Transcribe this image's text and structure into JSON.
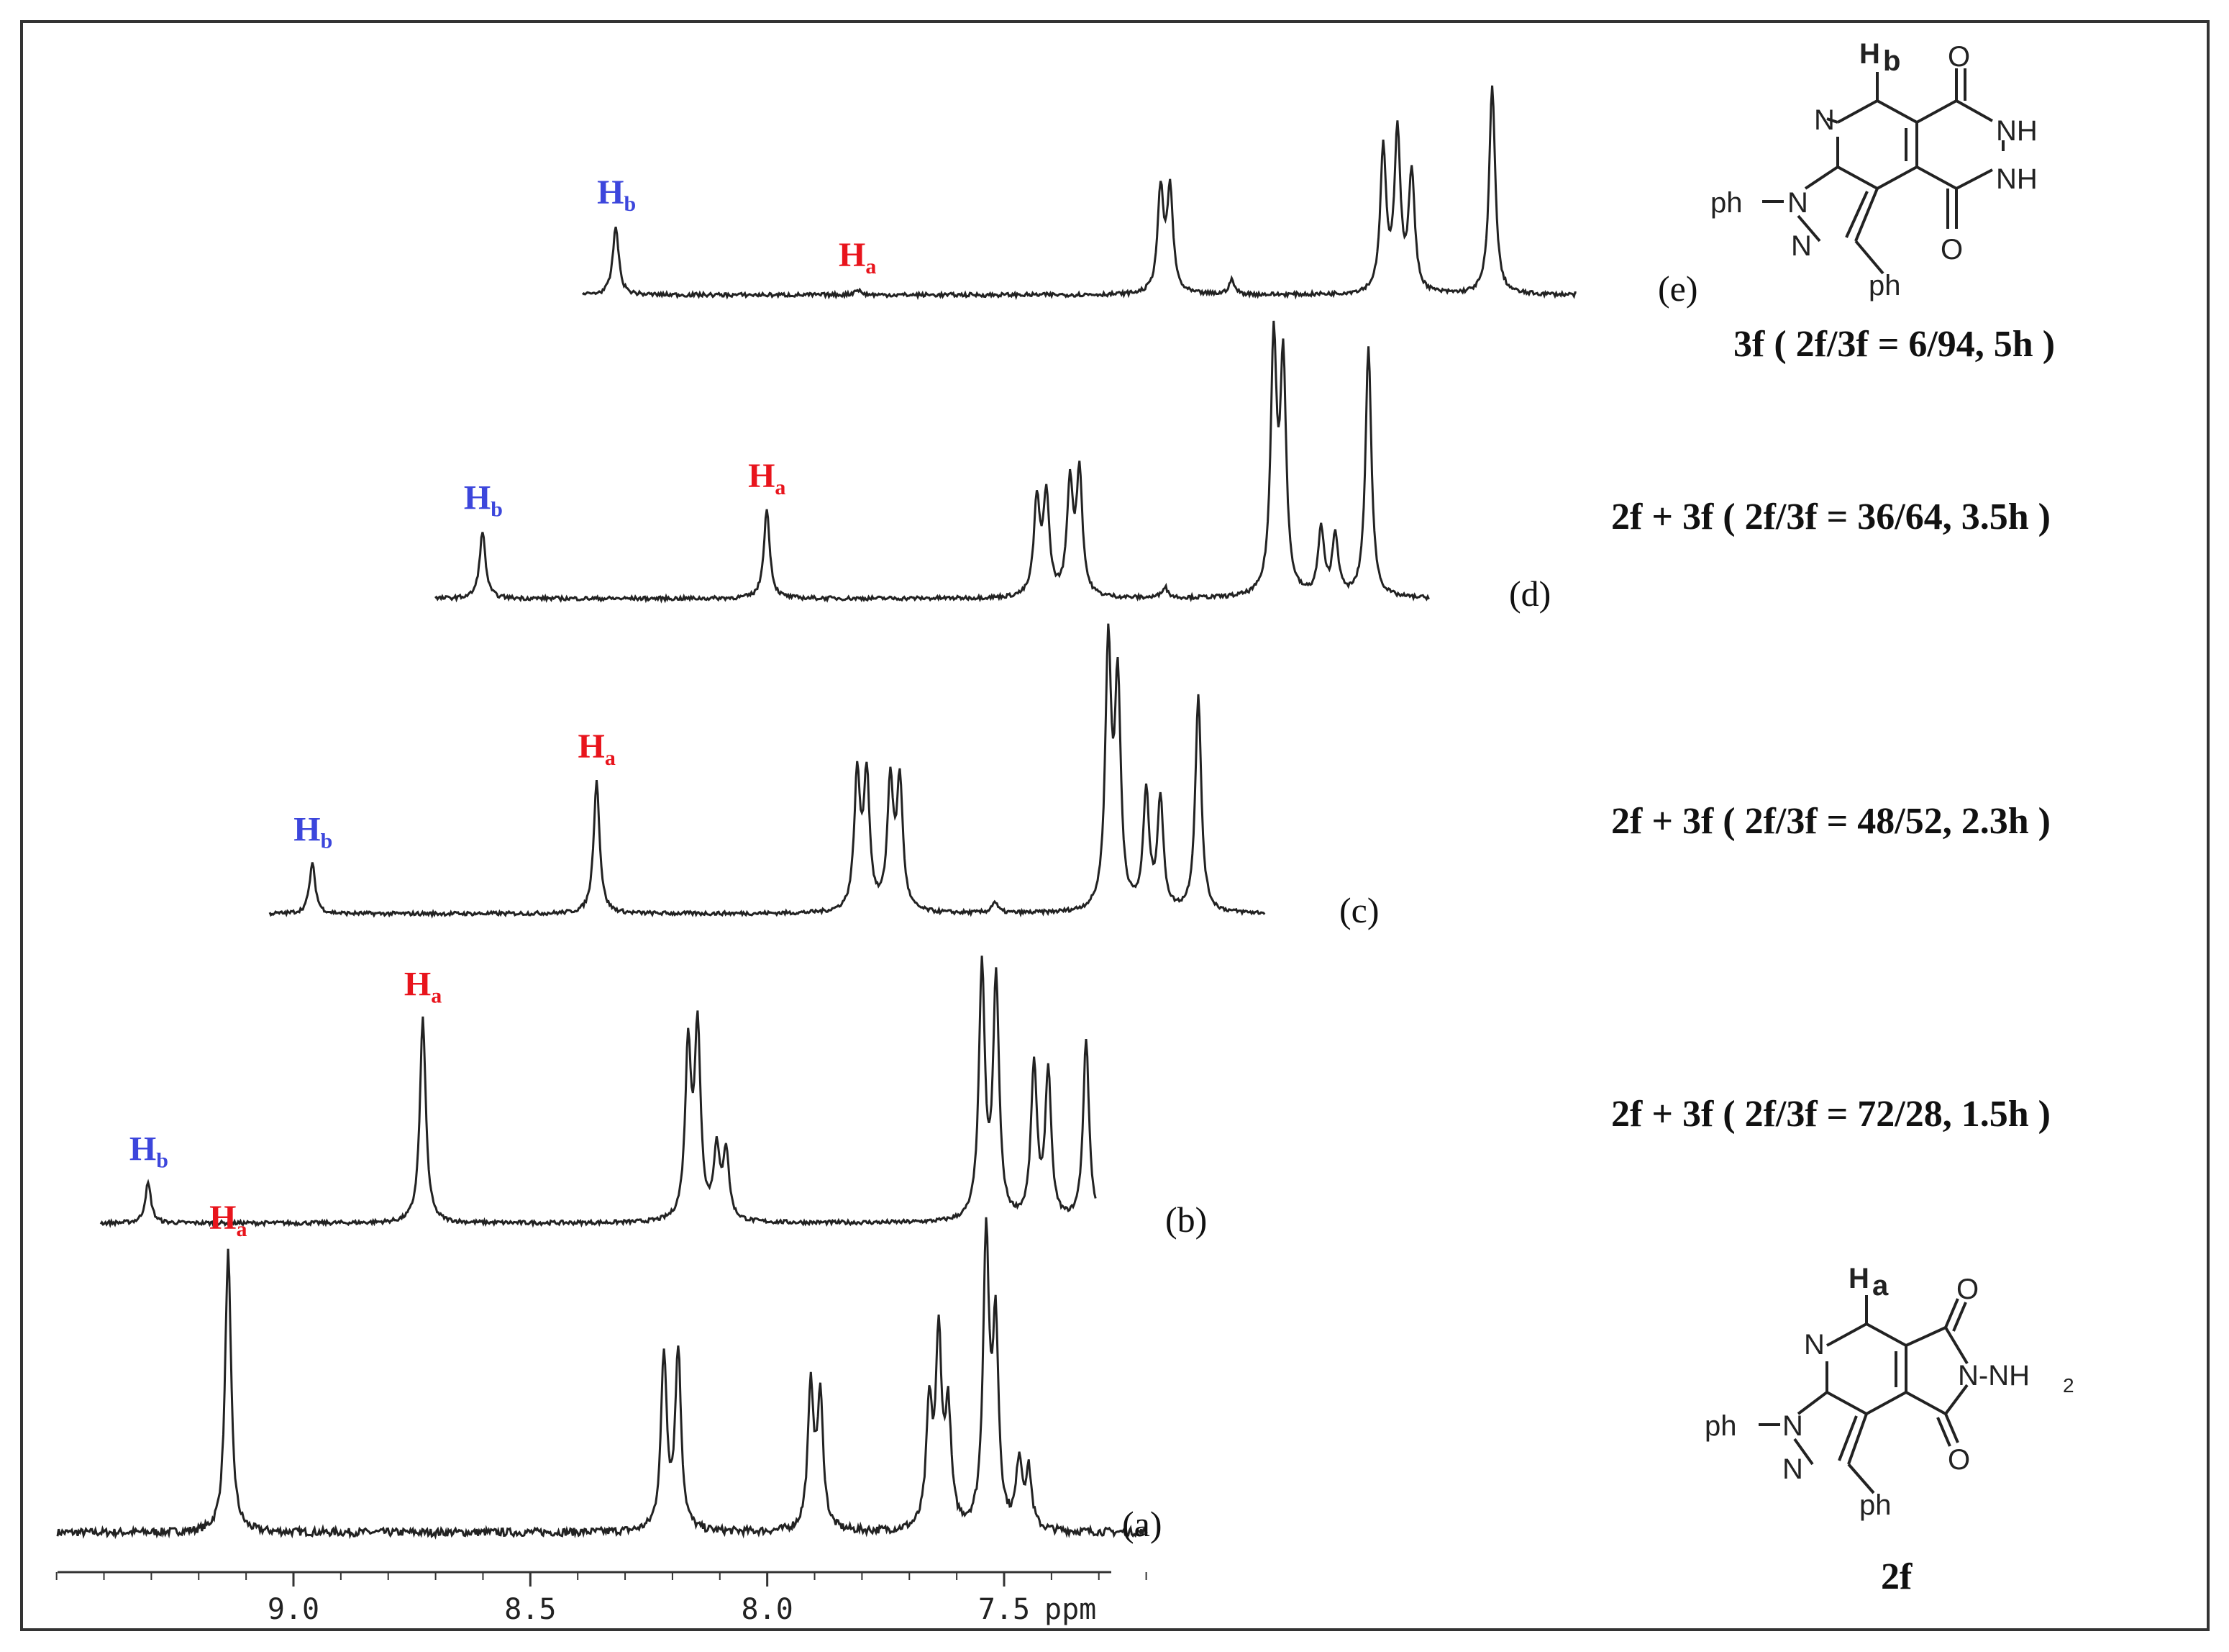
{
  "colors": {
    "ha": "#e8141c",
    "hb": "#3c46dc",
    "trace": "#222222"
  },
  "axis": {
    "ticks": [
      "9.0",
      "8.5",
      "8.0",
      "7.5"
    ],
    "unit": "ppm"
  },
  "peak_labels": {
    "Ha": {
      "main": "H",
      "sub": "a"
    },
    "Hb": {
      "main": "H",
      "sub": "b"
    }
  },
  "molecule_atoms": {
    "N": "N",
    "NH": "NH",
    "O": "O",
    "ph": "ph",
    "NH2": "N-NH",
    "NH2sub": "2"
  },
  "chart_data": {
    "type": "line",
    "xlabel": "ppm",
    "xlim": [
      9.5,
      7.2
    ],
    "x_ticks": [
      9.0,
      8.5,
      8.0,
      7.5
    ],
    "x_reversed": true,
    "series": [
      {
        "name": "(a)",
        "label": "2f",
        "x_range": [
          9.5,
          7.2
        ],
        "peaks": [
          {
            "ppm": 9.14,
            "height": 1.0,
            "label": "Ha"
          },
          {
            "ppm": 8.22,
            "height": 0.62
          },
          {
            "ppm": 8.19,
            "height": 0.64
          },
          {
            "ppm": 7.91,
            "height": 0.5
          },
          {
            "ppm": 7.89,
            "height": 0.46
          },
          {
            "ppm": 7.66,
            "height": 0.42
          },
          {
            "ppm": 7.64,
            "height": 0.66
          },
          {
            "ppm": 7.62,
            "height": 0.4
          },
          {
            "ppm": 7.54,
            "height": 1.03
          },
          {
            "ppm": 7.52,
            "height": 0.7
          },
          {
            "ppm": 7.47,
            "height": 0.24
          },
          {
            "ppm": 7.45,
            "height": 0.2
          }
        ]
      },
      {
        "name": "(b)",
        "label": "2f + 3f ( 2f/3f = 72/28, 1.5h )",
        "x_range": [
          9.4,
          7.3
        ],
        "peaks": [
          {
            "ppm": 9.3,
            "height": 0.14,
            "label": "Hb"
          },
          {
            "ppm": 8.72,
            "height": 0.72,
            "label": "Ha"
          },
          {
            "ppm": 8.16,
            "height": 0.6
          },
          {
            "ppm": 8.14,
            "height": 0.66
          },
          {
            "ppm": 8.1,
            "height": 0.24
          },
          {
            "ppm": 8.08,
            "height": 0.24
          },
          {
            "ppm": 7.54,
            "height": 0.88
          },
          {
            "ppm": 7.51,
            "height": 0.84
          },
          {
            "ppm": 7.43,
            "height": 0.54
          },
          {
            "ppm": 7.4,
            "height": 0.52
          },
          {
            "ppm": 7.32,
            "height": 0.64
          }
        ]
      },
      {
        "name": "(c)",
        "label": "2f + 3f ( 2f/3f = 48/52, 2.3h )",
        "x_range": [
          9.05,
          6.95
        ],
        "peaks": [
          {
            "ppm": 8.96,
            "height": 0.18,
            "label": "Hb"
          },
          {
            "ppm": 8.36,
            "height": 0.48,
            "label": "Ha"
          },
          {
            "ppm": 7.81,
            "height": 0.48
          },
          {
            "ppm": 7.79,
            "height": 0.48
          },
          {
            "ppm": 7.74,
            "height": 0.46
          },
          {
            "ppm": 7.72,
            "height": 0.46
          },
          {
            "ppm": 7.52,
            "height": 0.04
          },
          {
            "ppm": 7.28,
            "height": 0.94
          },
          {
            "ppm": 7.26,
            "height": 0.8
          },
          {
            "ppm": 7.2,
            "height": 0.42
          },
          {
            "ppm": 7.17,
            "height": 0.4
          },
          {
            "ppm": 7.09,
            "height": 0.78
          }
        ]
      },
      {
        "name": "(d)",
        "label": "2f + 3f ( 2f/3f = 36/64, 3.5h )",
        "x_range": [
          8.7,
          6.6
        ],
        "peaks": [
          {
            "ppm": 8.6,
            "height": 0.24,
            "label": "Hb"
          },
          {
            "ppm": 8.0,
            "height": 0.32,
            "label": "Ha"
          },
          {
            "ppm": 7.43,
            "height": 0.34
          },
          {
            "ppm": 7.41,
            "height": 0.36
          },
          {
            "ppm": 7.36,
            "height": 0.4
          },
          {
            "ppm": 7.34,
            "height": 0.44
          },
          {
            "ppm": 7.16,
            "height": 0.04
          },
          {
            "ppm": 6.93,
            "height": 0.9
          },
          {
            "ppm": 6.91,
            "height": 0.82
          },
          {
            "ppm": 6.83,
            "height": 0.24
          },
          {
            "ppm": 6.8,
            "height": 0.22
          },
          {
            "ppm": 6.73,
            "height": 0.9
          }
        ]
      },
      {
        "name": "(e)",
        "label": "3f ( 2f/3f = 6/94, 5h )",
        "x_range": [
          8.35,
          6.25
        ],
        "peaks": [
          {
            "ppm": 8.28,
            "height": 0.24,
            "label": "Hb"
          },
          {
            "ppm": 7.77,
            "height": 0.02,
            "label": "Ha"
          },
          {
            "ppm": 7.13,
            "height": 0.36
          },
          {
            "ppm": 7.11,
            "height": 0.36
          },
          {
            "ppm": 6.98,
            "height": 0.05
          },
          {
            "ppm": 6.66,
            "height": 0.5
          },
          {
            "ppm": 6.63,
            "height": 0.56
          },
          {
            "ppm": 6.6,
            "height": 0.42
          },
          {
            "ppm": 6.43,
            "height": 0.74
          }
        ]
      }
    ]
  },
  "labels": {
    "a_tag": "(a)",
    "b_tag": "(b)",
    "c_tag": "(c)",
    "d_tag": "(d)",
    "e_tag": "(e)",
    "a_caption": "2f",
    "b_caption": "2f + 3f ( 2f/3f = 72/28, 1.5h )",
    "c_caption": "2f + 3f ( 2f/3f = 48/52, 2.3h )",
    "d_caption": "2f + 3f ( 2f/3f = 36/64, 3.5h )",
    "e_caption": "3f ( 2f/3f = 6/94, 5h )"
  }
}
